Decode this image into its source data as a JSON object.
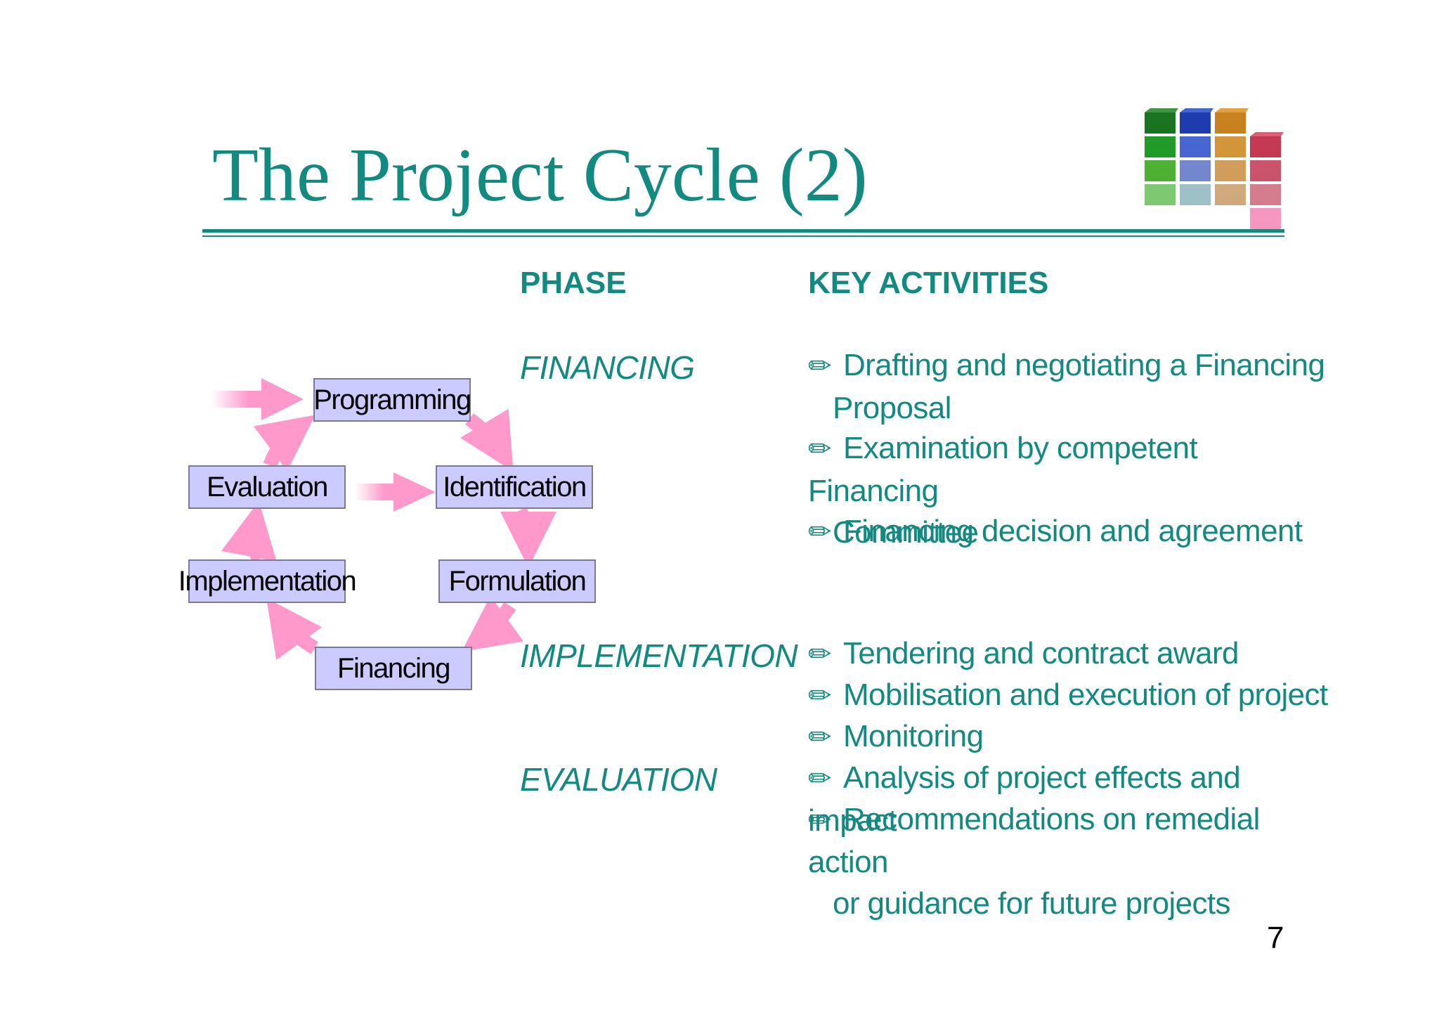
{
  "slide": {
    "title": "The Project Cycle (2)",
    "page_number": "7",
    "accent_color": "#138a80",
    "box_fill_color": "#cccbff",
    "arrow_color": "#ff99cc"
  },
  "table": {
    "phase_header": "PHASE",
    "activities_header": "KEY ACTIVITIES",
    "bullet_icon": "pencil-icon",
    "rows": [
      {
        "phase": "FINANCING",
        "activities": [
          {
            "line1": "Drafting and negotiating a Financing",
            "line2": "Proposal"
          },
          {
            "line1": "Examination by competent Financing",
            "line2": "Committee"
          },
          {
            "line1": "Financing decision and agreement"
          }
        ]
      },
      {
        "phase": "IMPLEMENTATION",
        "activities": [
          {
            "line1": "Tendering and contract award"
          },
          {
            "line1": "Mobilisation and execution of project"
          },
          {
            "line1": "Monitoring"
          }
        ]
      },
      {
        "phase": "EVALUATION",
        "activities": [
          {
            "line1": "Analysis of project effects and impact"
          },
          {
            "line1": "Recommendations on remedial action",
            "line2": "or guidance for future projects"
          }
        ]
      }
    ]
  },
  "cycle": {
    "stages": [
      "Programming",
      "Identification",
      "Formulation",
      "Financing",
      "Implementation",
      "Evaluation"
    ]
  }
}
